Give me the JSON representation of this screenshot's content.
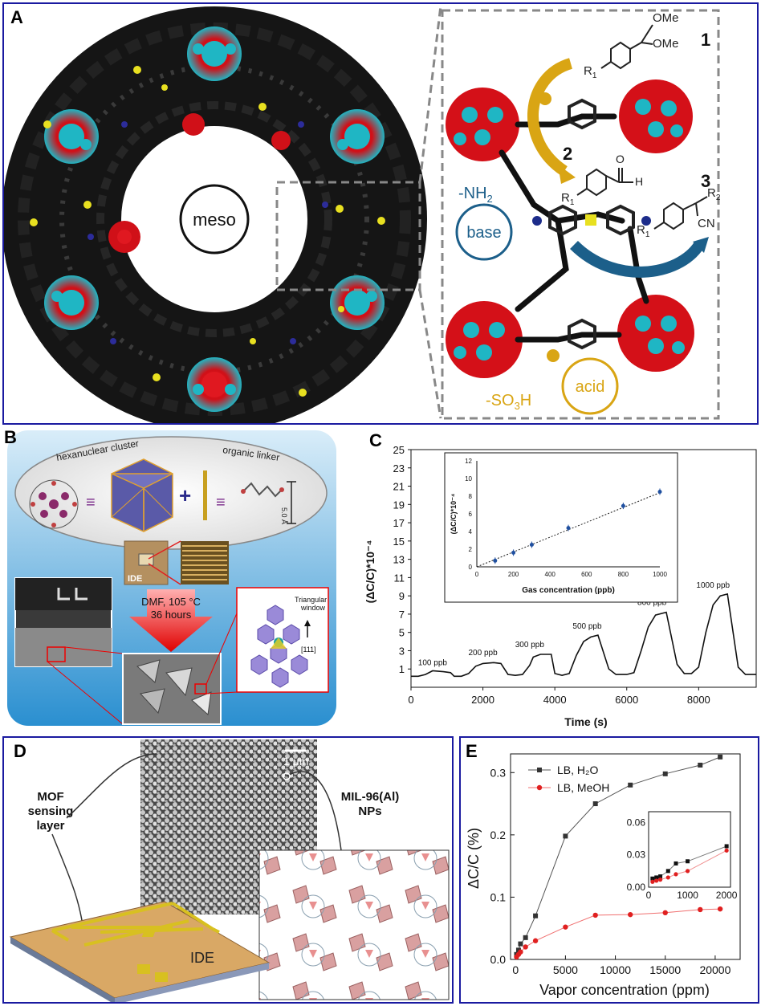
{
  "panel_labels": {
    "a": "A",
    "b": "B",
    "c": "C",
    "d": "D",
    "e": "E"
  },
  "panel_a": {
    "pore_label": "meso",
    "step1": "1",
    "step2": "2",
    "step3": "3",
    "ome1": "OMe",
    "ome2": "OMe",
    "r1_a": "R",
    "r1_a_sub": "1",
    "r1_b": "R",
    "r1_b_sub": "1",
    "r1_c": "R",
    "r1_c_sub": "1",
    "r2": "R",
    "r2_sub": "2",
    "aldehyde_o": "O",
    "aldehyde_h": "H",
    "cn": "CN",
    "nh2": "-NH",
    "nh2_sub": "2",
    "base": "base",
    "so3h": "-SO",
    "so3h_sub": "3",
    "so3h_end": "H",
    "acid": "acid",
    "colors": {
      "zr": "#1fb6c4",
      "oxygen": "#e0141e",
      "carbon": "#111111",
      "sulfur": "#e8e020",
      "base": "#1c5f8a",
      "acid": "#d9a514",
      "border": "#1a1aa0"
    }
  },
  "panel_b": {
    "cluster_label": "hexanuclear cluster",
    "linker_label": "organic linker",
    "length_label": "5.0 Å",
    "ide_label": "IDE",
    "condition1": "DMF, 105 °C",
    "condition2": "36 hours",
    "window_label1": "Triangular",
    "window_label2": "window",
    "direction_label": "[111]",
    "plus_sign": "+",
    "equiv_sign": "≡"
  },
  "panel_c": {
    "chart_data": {
      "type": "line",
      "title": "",
      "xlabel": "Time (s)",
      "ylabel": "(ΔC/C)*10⁻⁴",
      "xlim": [
        0,
        9600
      ],
      "ylim": [
        -1,
        25
      ],
      "xticks": [
        0,
        2000,
        4000,
        6000,
        8000
      ],
      "yticks": [
        1,
        3,
        5,
        7,
        9,
        11,
        13,
        15,
        17,
        19,
        21,
        23,
        25
      ],
      "series": [
        {
          "x": [
            0,
            200,
            400,
            600,
            900,
            1100,
            1200,
            1400,
            1600,
            1800,
            2000,
            2300,
            2500,
            2700,
            2900,
            3100,
            3300,
            3400,
            3600,
            3900,
            4000,
            4200,
            4400,
            4600,
            4800,
            5000,
            5200,
            5500,
            5700,
            6000,
            6200,
            6400,
            6600,
            6800,
            7100,
            7400,
            7600,
            7800,
            8000,
            8200,
            8400,
            8600,
            8800,
            9100,
            9300,
            9600
          ],
          "values": [
            0.2,
            0.2,
            0.4,
            0.8,
            0.7,
            0.6,
            0.2,
            0.2,
            0.5,
            1.3,
            1.6,
            1.7,
            1.6,
            0.4,
            0.3,
            0.4,
            1.4,
            2.3,
            2.6,
            2.6,
            0.5,
            0.3,
            0.5,
            2.5,
            4.0,
            4.5,
            4.7,
            1.0,
            0.4,
            0.4,
            0.6,
            3.0,
            5.6,
            6.9,
            7.2,
            1.5,
            0.5,
            0.5,
            1.2,
            5.0,
            8.0,
            9.0,
            9.2,
            1.2,
            0.4,
            0.4
          ]
        }
      ],
      "annotations": [
        "100 ppb",
        "200 ppb",
        "300 ppb",
        "500 ppb",
        "800 ppb",
        "1000 ppb"
      ]
    },
    "inset_data": {
      "type": "scatter",
      "xlabel": "Gas concentration (ppb)",
      "ylabel": "(ΔC/C)*10⁻⁴",
      "xlim": [
        0,
        1000
      ],
      "ylim": [
        0,
        12
      ],
      "xticks": [
        0,
        200,
        400,
        600,
        800,
        1000
      ],
      "yticks": [
        0,
        2,
        4,
        6,
        8,
        10,
        12
      ],
      "x": [
        100,
        200,
        300,
        500,
        800,
        1000
      ],
      "values": [
        0.7,
        1.6,
        2.5,
        4.4,
        6.9,
        8.5
      ],
      "fit": [
        [
          0,
          0.0
        ],
        [
          1000,
          8.4
        ]
      ]
    }
  },
  "panel_d": {
    "scale_label": "1 μm",
    "mof_label1": "MOF",
    "mof_label2": "sensing",
    "mof_label3": "layer",
    "mil_label1": "MIL-96(Al)",
    "mil_label2": "NPs",
    "ide_label": "IDE"
  },
  "panel_e": {
    "chart_data": {
      "type": "line",
      "title": "",
      "xlabel": "Vapor concentration (ppm)",
      "ylabel": "ΔC/C (%)",
      "xlim": [
        -500,
        22500
      ],
      "ylim": [
        0,
        0.33
      ],
      "xticks": [
        0,
        5000,
        10000,
        15000,
        20000
      ],
      "yticks": [
        0.0,
        0.1,
        0.2,
        0.3
      ],
      "series": [
        {
          "name": "LB, H₂O",
          "color": "#333333",
          "x": [
            100,
            300,
            500,
            1000,
            2000,
            5000,
            8000,
            11500,
            15000,
            18500,
            20500
          ],
          "values": [
            0.008,
            0.015,
            0.025,
            0.035,
            0.07,
            0.198,
            0.25,
            0.28,
            0.298,
            0.312,
            0.325
          ]
        },
        {
          "name": "LB, MeOH",
          "color": "#e02020",
          "x": [
            100,
            300,
            500,
            1000,
            2000,
            5000,
            8000,
            11500,
            15000,
            18500,
            20500
          ],
          "values": [
            0.004,
            0.008,
            0.012,
            0.02,
            0.03,
            0.052,
            0.071,
            0.072,
            0.075,
            0.08,
            0.081
          ]
        }
      ]
    },
    "inset_data": {
      "type": "line",
      "xlim": [
        0,
        2100
      ],
      "ylim": [
        0,
        0.07
      ],
      "xticks": [
        0,
        1000,
        2000
      ],
      "yticks": [
        0.0,
        0.03,
        0.06
      ],
      "series": [
        {
          "name": "LB, H₂O",
          "x": [
            100,
            200,
            300,
            500,
            700,
            1000,
            2000
          ],
          "values": [
            0.008,
            0.009,
            0.01,
            0.015,
            0.022,
            0.024,
            0.038
          ]
        },
        {
          "name": "LB, MeOH",
          "x": [
            100,
            200,
            300,
            500,
            700,
            1000,
            2000
          ],
          "values": [
            0.005,
            0.006,
            0.007,
            0.009,
            0.012,
            0.015,
            0.034
          ]
        }
      ]
    }
  }
}
